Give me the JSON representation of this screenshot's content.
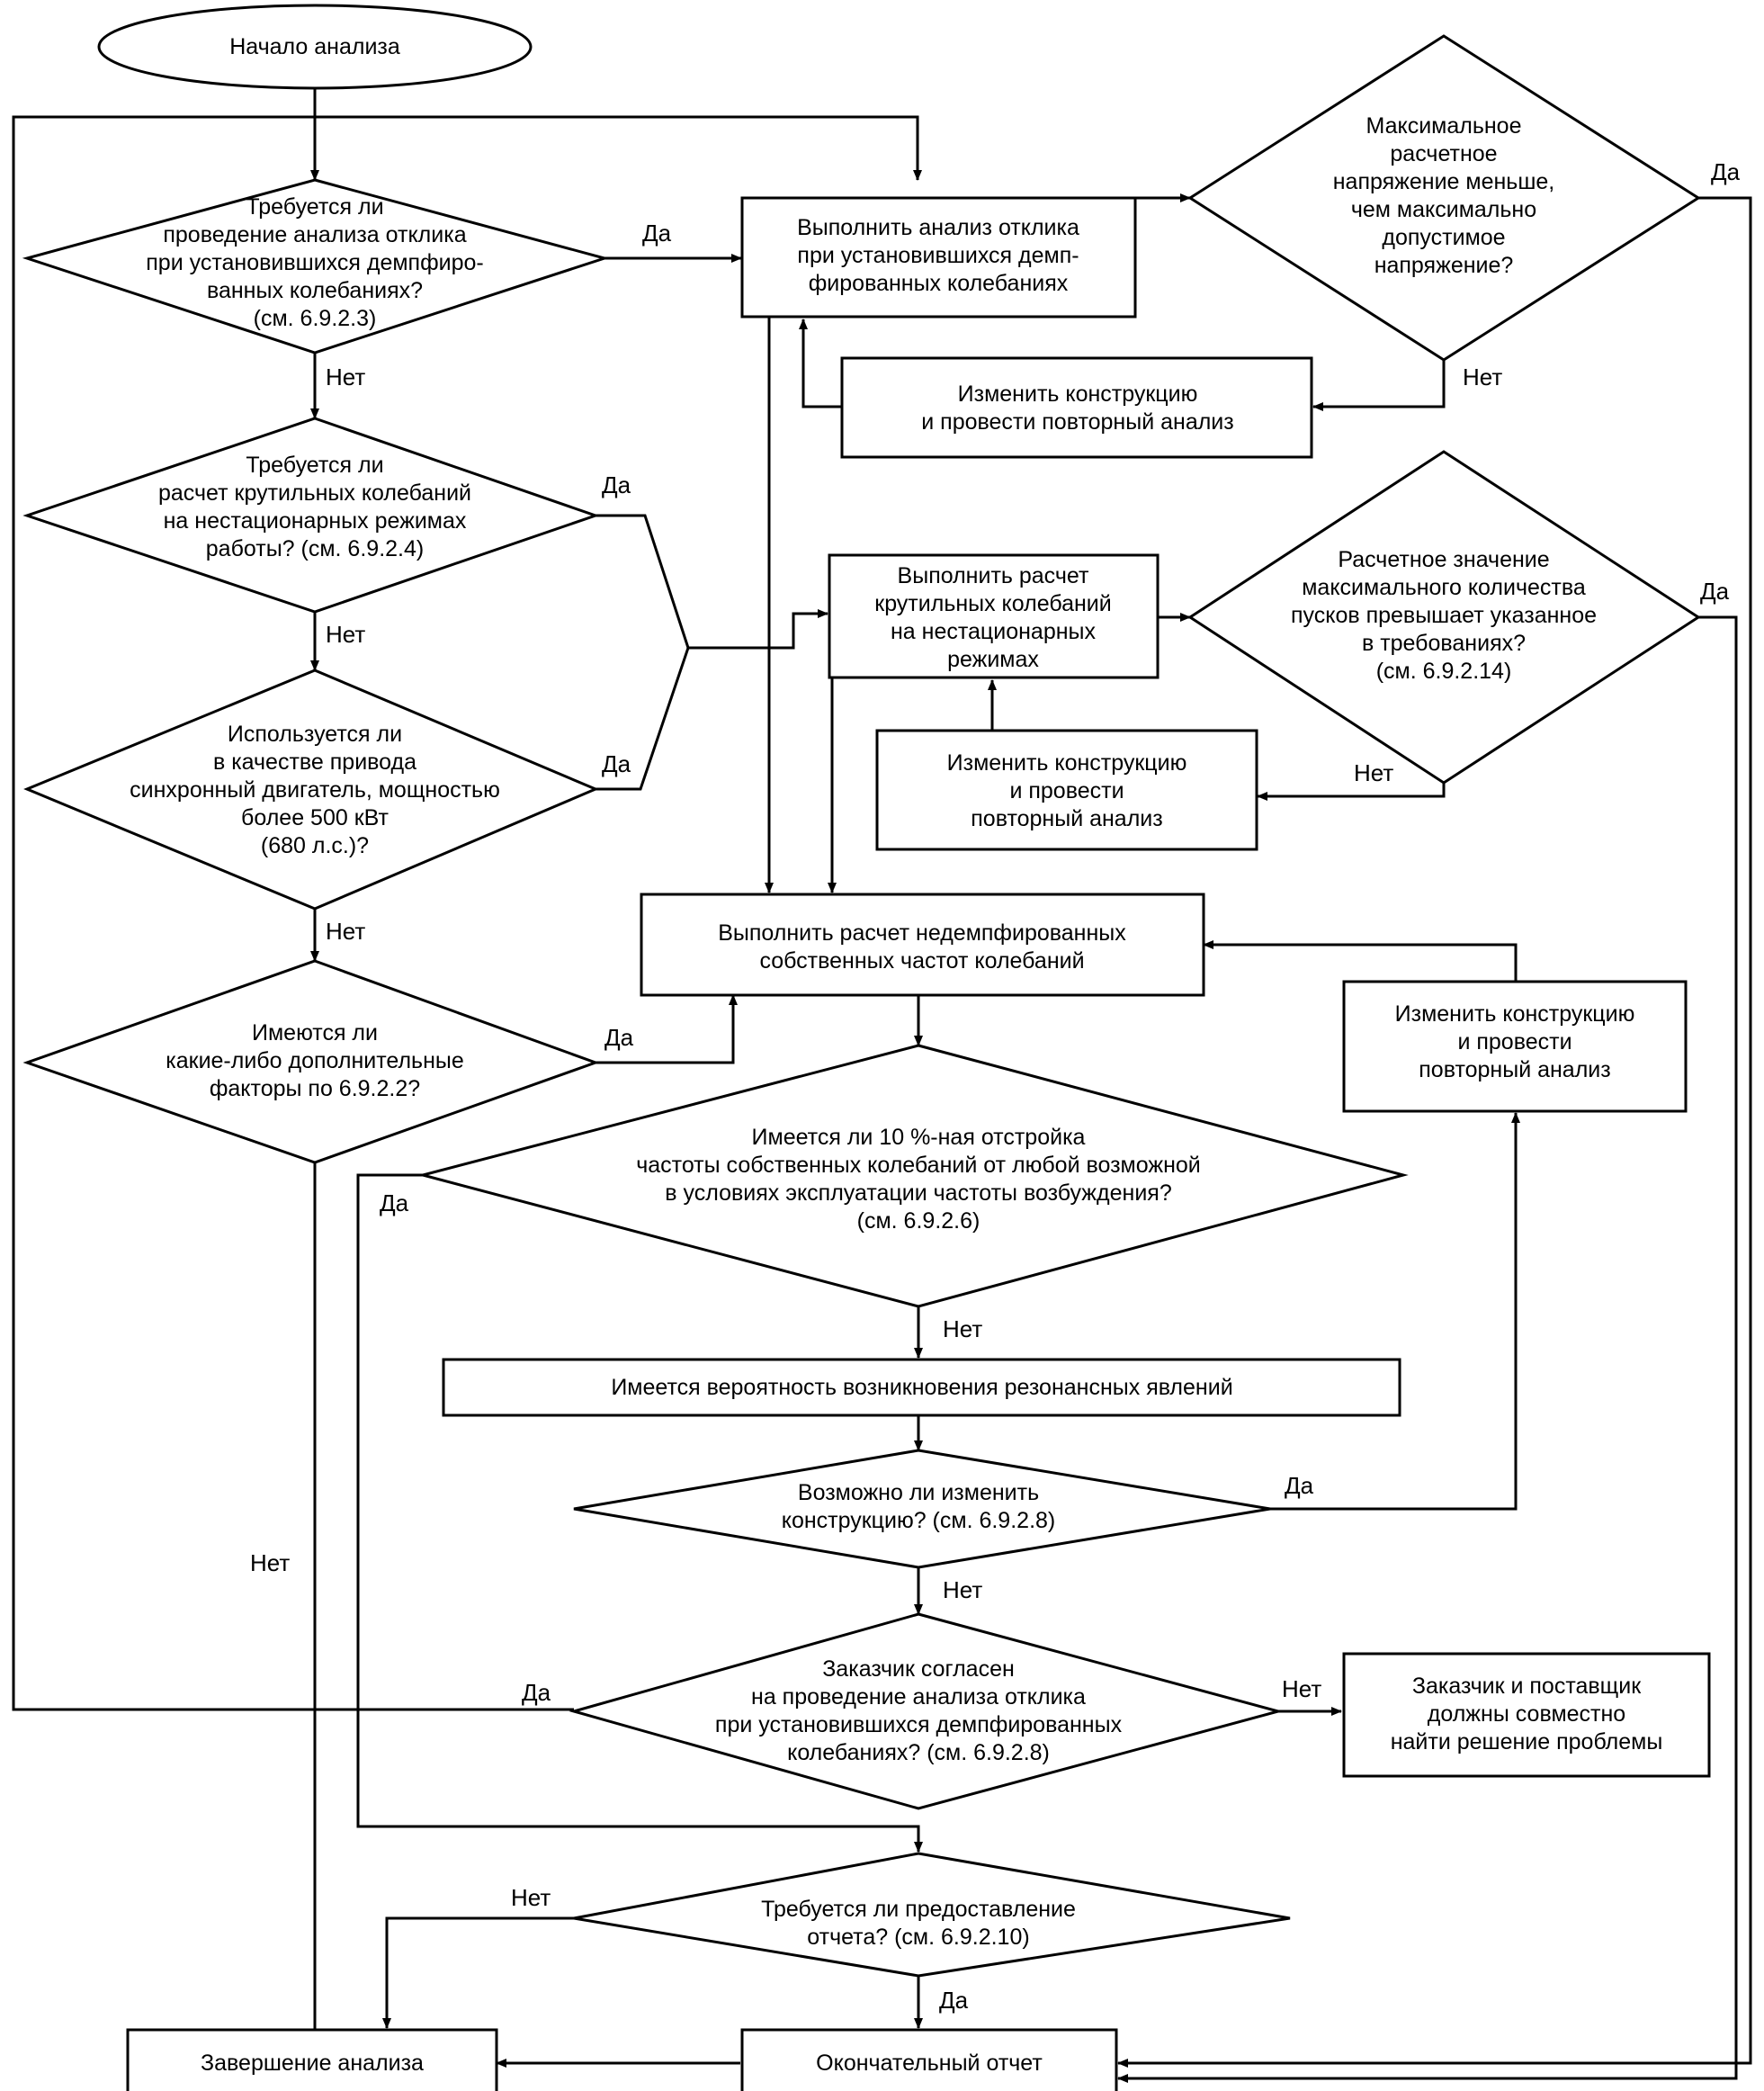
{
  "nodes": {
    "start": [
      "Начало анализа"
    ],
    "q_steady": [
      "Требуется ли",
      "проведение анализа отклика",
      "при установившихся демпфиро-",
      "ванных колебаниях?",
      "(см. 6.9.2.3)"
    ],
    "q_transient": [
      "Требуется ли",
      "расчет крутильных колебаний",
      "на нестационарных режимах",
      "работы? (см. 6.9.2.4)"
    ],
    "q_sync": [
      "Используется ли",
      "в качестве привода",
      "синхронный двигатель, мощностью",
      "более 500 кВт",
      "(680 л.с.)?"
    ],
    "q_factors": [
      "Имеются ли",
      "какие-либо дополнительные",
      "факторы по 6.9.2.2?"
    ],
    "p_steady": [
      "Выполнить анализ отклика",
      "при установившихся демп-",
      "фированных колебаниях"
    ],
    "q_stress": [
      "Максимальное",
      "расчетное",
      "напряжение меньше,",
      "чем максимально",
      "допустимое",
      "напряжение?"
    ],
    "p_redesign1": [
      "Изменить конструкцию",
      "и провести повторный анализ"
    ],
    "p_transient": [
      "Выполнить расчет",
      "крутильных колебаний",
      "на нестационарных",
      "режимах"
    ],
    "q_starts": [
      "Расчетное значение",
      "максимального количества",
      "пусков превышает указанное",
      "в требованиях?",
      "(см. 6.9.2.14)"
    ],
    "p_redesign2": [
      "Изменить конструкцию",
      "и провести",
      "повторный анализ"
    ],
    "p_undamped": [
      "Выполнить расчет недемпфированных",
      "собственных частот колебаний"
    ],
    "p_redesign3": [
      "Изменить конструкцию",
      "и провести",
      "повторный анализ"
    ],
    "q_margin": [
      "Имеется ли 10 %-ная отстройка",
      "частоты собственных колебаний от любой возможной",
      "в условиях эксплуатации частоты возбуждения?",
      "(см. 6.9.2.6)"
    ],
    "p_resonance": [
      "Имеется вероятность возникновения резонансных явлений"
    ],
    "q_modify": [
      "Возможно ли изменить",
      "конструкцию? (см. 6.9.2.8)"
    ],
    "q_customer": [
      "Заказчик согласен",
      "на проведение анализа отклика",
      "при установившихся демпфированных",
      "колебаниях? (см. 6.9.2.8)"
    ],
    "p_joint": [
      "Заказчик и поставщик",
      "должны совместно",
      "найти решение проблемы"
    ],
    "q_report": [
      "Требуется ли предоставление",
      "отчета? (см. 6.9.2.10)"
    ],
    "end": [
      "Завершение анализа"
    ],
    "final_report": [
      "Окончательный отчет"
    ]
  },
  "edge_labels": {
    "steady_yes": "Да",
    "steady_no": "Нет",
    "transient_yes": "Да",
    "transient_no": "Нет",
    "sync_yes": "Да",
    "sync_no": "Нет",
    "factors_yes": "Да",
    "factors_no": "Нет",
    "stress_yes": "Да",
    "stress_no": "Нет",
    "starts_yes": "Да",
    "starts_no": "Нет",
    "margin_yes": "Да",
    "margin_no": "Нет",
    "modify_yes": "Да",
    "modify_no": "Нет",
    "customer_yes": "Да",
    "customer_no": "Нет",
    "report_yes": "Да",
    "report_no": "Нет"
  }
}
